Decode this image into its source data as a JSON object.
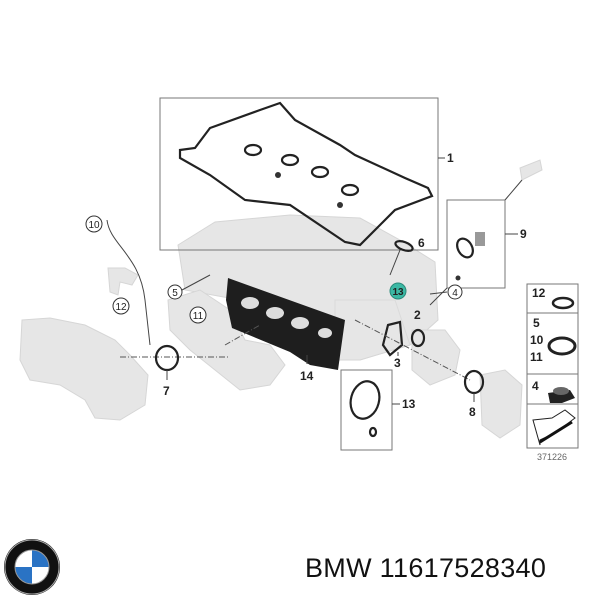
{
  "diagram": {
    "callouts": {
      "c1": "1",
      "c2": "2",
      "c3": "3",
      "c4": "4",
      "c5": "5",
      "c6": "6",
      "c7": "7",
      "c8": "8",
      "c9": "9",
      "c10": "10",
      "c11": "11",
      "c12": "12",
      "c13_highlight": "13",
      "c13": "13",
      "c14": "14"
    },
    "legend": {
      "row1": [
        "12"
      ],
      "row2": [
        "5",
        "10",
        "11"
      ],
      "row3": [
        "4"
      ]
    },
    "diagram_number": "371226",
    "highlight_color": "#3bb8a4"
  },
  "footer": {
    "brand_logo": "BMW",
    "part_text": "BMW 11617528340"
  }
}
